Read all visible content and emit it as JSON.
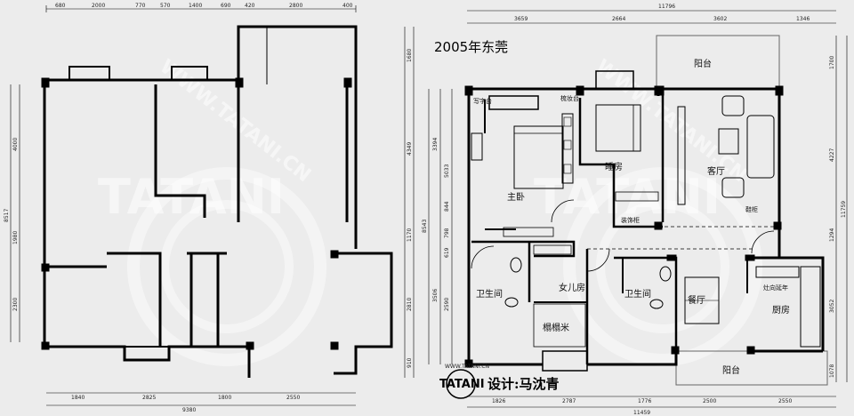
{
  "title": "2005年东莞",
  "watermark": {
    "text": "TATANI",
    "url": "WWW.TATANI.CN"
  },
  "signature": {
    "logo": "TATANI",
    "logo_url": "WWW.TATANI.CN",
    "designer": "设计:马沈青"
  },
  "left_plan": {
    "top_dims": [
      "680",
      "2000",
      "770",
      "570",
      "1400",
      "690",
      "420",
      "2800",
      "400"
    ],
    "left_dims": [
      "8517",
      "4000",
      "1980",
      "2300"
    ],
    "right_dims": [
      "1680",
      "4349",
      "1170",
      "2810",
      "910"
    ],
    "bottom_dims": [
      "1840",
      "2825",
      "1800",
      "2550"
    ],
    "bottom_total": "9380"
  },
  "right_plan": {
    "top_total": "11796",
    "top_dims": [
      "3659",
      "2664",
      "3602",
      "1346"
    ],
    "left_dims": [
      "3394",
      "5033",
      "844",
      "798",
      "619",
      "3506",
      "2590",
      "8543"
    ],
    "right_dims": [
      "1700",
      "4227",
      "1294",
      "3052",
      "1078",
      "11759"
    ],
    "bottom_dims": [
      "1826",
      "2787",
      "1776",
      "2500",
      "2550"
    ],
    "bottom_total": "11459",
    "rooms": {
      "balcony_top": "阳台",
      "balcony_bottom": "阳台",
      "master_bedroom": "主卧",
      "bedroom": "睡房",
      "living_room": "客厅",
      "daughter_room": "女儿房",
      "bathroom_1": "卫生间",
      "bathroom_2": "卫生间",
      "dining": "餐厅",
      "kitchen": "厨房",
      "tatami": "榻榻米",
      "desk": "写字台",
      "dresser": "梳妆台",
      "decor_cabinet": "装饰柜",
      "tv_cabinet": "鞋柜",
      "stove": "灶向延年"
    }
  },
  "colors": {
    "wall": "#000000",
    "background": "#ececec",
    "watermark": "#ffffff"
  }
}
